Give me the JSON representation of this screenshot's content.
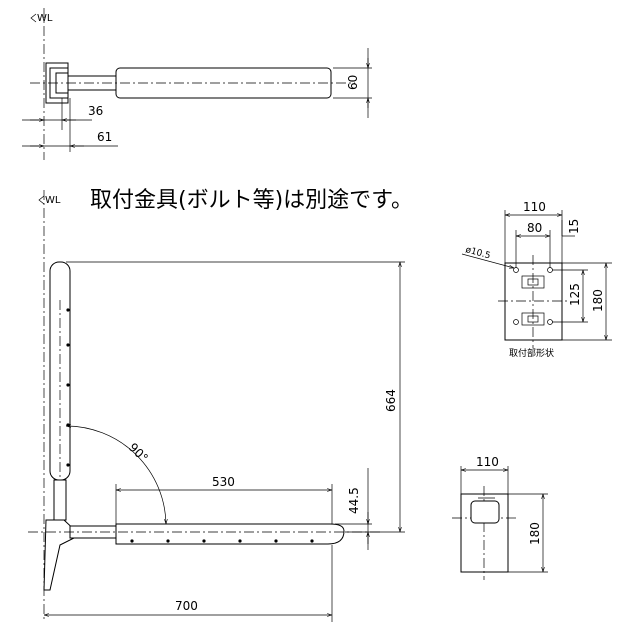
{
  "labels": {
    "wl": "WL",
    "note": "取付金具(ボルト等)は別途です。",
    "mount_shape": "取付部形状"
  },
  "dimensions": {
    "top_pipe_height": "60",
    "top_offset_a": "36",
    "top_offset_b": "61",
    "height_664": "664",
    "angle": "90°",
    "length_530": "530",
    "offset_44_5": "44.5",
    "length_700": "700",
    "plate_width_110": "110",
    "plate_hole_80": "80",
    "plate_edge_15": "15",
    "plate_hole_125": "125",
    "plate_height_180": "180",
    "hole_diameter": "ø10.5",
    "cover_width_110": "110",
    "cover_height_180": "180"
  }
}
